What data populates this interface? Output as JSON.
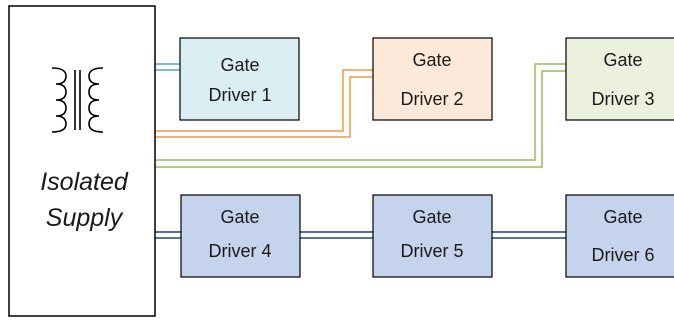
{
  "supply": {
    "line1": "Isolated",
    "line2": "Supply"
  },
  "drivers": [
    {
      "line1": "Gate",
      "line2": "Driver 1",
      "fill": "#dbeef4"
    },
    {
      "line1": "Gate",
      "line2": "Driver 2",
      "fill": "#fde9d9"
    },
    {
      "line1": "Gate",
      "line2": "Driver 3",
      "fill": "#ebf1de"
    },
    {
      "line1": "Gate",
      "line2": "Driver 4",
      "fill": "#c6d3ec"
    },
    {
      "line1": "Gate",
      "line2": "Driver 5",
      "fill": "#c6d3ec"
    },
    {
      "line1": "Gate",
      "line2": "Driver 6",
      "fill": "#c6d3ec"
    }
  ],
  "colors": {
    "driver1_wire": "#4bacc6",
    "driver2_wire": "#f79646",
    "driver3_wire": "#9bbb59",
    "chain_wire": "#1f3f8f",
    "outline": "#000000"
  },
  "icons": {
    "transformer": "transformer-icon"
  }
}
